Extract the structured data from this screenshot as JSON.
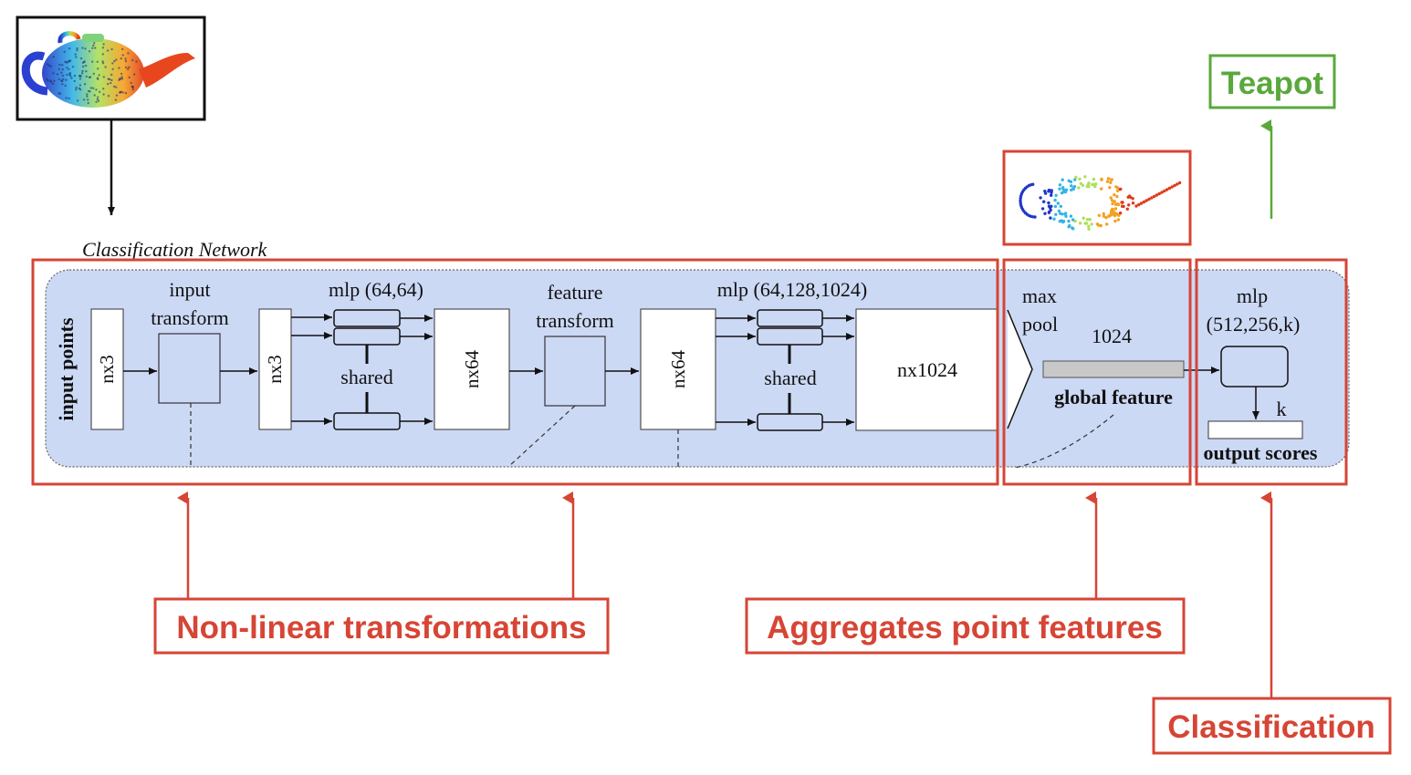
{
  "network": {
    "title": "Classification Network",
    "input_points": "input points",
    "nx3_a": "nx3",
    "input_transform_1": "input",
    "input_transform_2": "transform",
    "nx3_b": "nx3",
    "mlp1": "mlp (64,64)",
    "shared1": "shared",
    "nx64_a": "nx64",
    "feature_transform_1": "feature",
    "feature_transform_2": "transform",
    "nx64_b": "nx64",
    "mlp2": "mlp (64,128,1024)",
    "shared2": "shared",
    "nx1024": "nx1024",
    "maxpool_1": "max",
    "maxpool_2": "pool",
    "dim_1024": "1024",
    "global_feature": "global feature",
    "mlp3_1": "mlp",
    "mlp3_2": "(512,256,k)",
    "k": "k",
    "output_scores": "output scores"
  },
  "annotations": {
    "nonlinear": "Non-linear transformations",
    "aggregates": "Aggregates point features",
    "classification": "Classification",
    "result": "Teapot"
  },
  "colors": {
    "panel_fill": "#ccd9f5",
    "highlight_red": "#d64535",
    "result_green": "#5aa83c"
  }
}
